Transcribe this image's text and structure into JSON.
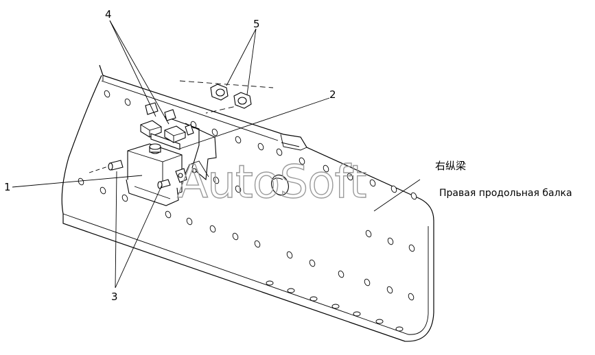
{
  "callouts": {
    "c1": "1",
    "c2": "2",
    "c3": "3",
    "c4": "4",
    "c5": "5"
  },
  "labels": {
    "chinese": "右纵梁",
    "russian": "Правая продольная балка"
  },
  "watermark": "AutoSoft",
  "colors": {
    "line": "#000000",
    "background": "#ffffff",
    "watermark": "#9a9a9a"
  }
}
